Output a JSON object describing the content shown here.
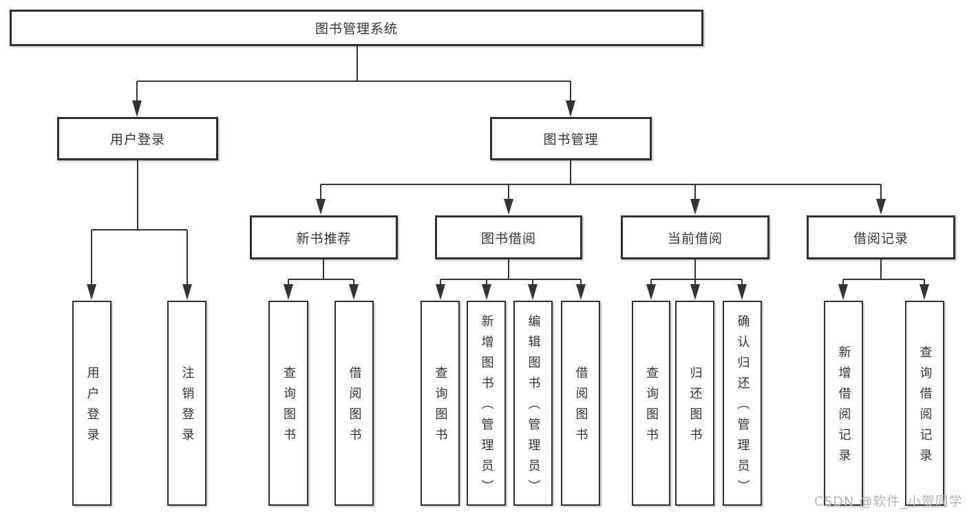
{
  "diagram": {
    "root": {
      "label": "图书管理系统"
    },
    "branches": [
      {
        "label": "用户登录",
        "leaves": [
          "用户登录",
          "注销登录"
        ]
      },
      {
        "label": "图书管理",
        "sections": [
          {
            "label": "新书推荐",
            "leaves": [
              "查询图书",
              "借阅图书"
            ]
          },
          {
            "label": "图书借阅",
            "leaves": [
              "查询图书",
              "新增图书（管理员）",
              "编辑图书（管理员）",
              "借阅图书"
            ]
          },
          {
            "label": "当前借阅",
            "leaves": [
              "查询图书",
              "归还图书",
              "确认归还（管理员）"
            ]
          },
          {
            "label": "借阅记录",
            "leaves": [
              "新增借阅记录",
              "查询借阅记录"
            ]
          }
        ]
      }
    ],
    "line_color": "#333333",
    "watermark": "CSDN @软件_小贺同学"
  }
}
